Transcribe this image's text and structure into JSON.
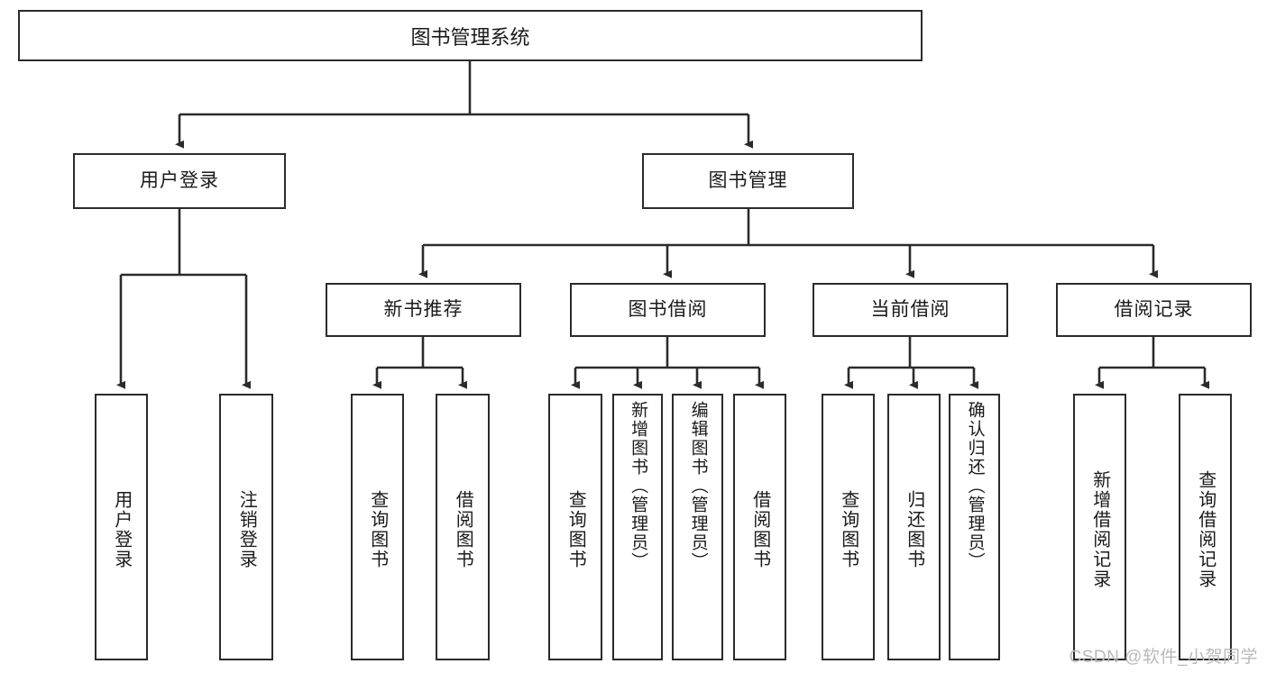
{
  "diagram": {
    "title": "图书管理系统",
    "root": {
      "label": "图书管理系统"
    },
    "level2": [
      {
        "label": "用户登录"
      },
      {
        "label": "图书管理"
      }
    ],
    "level3": [
      {
        "label": "新书推荐"
      },
      {
        "label": "图书借阅"
      },
      {
        "label": "当前借阅"
      },
      {
        "label": "借阅记录"
      }
    ],
    "leaves": [
      {
        "label": "用户登录"
      },
      {
        "label": "注销登录"
      },
      {
        "label": "查询图书"
      },
      {
        "label": "借阅图书"
      },
      {
        "label": "查询图书"
      },
      {
        "label": "新增图书（管理员）"
      },
      {
        "label": "编辑图书（管理员）"
      },
      {
        "label": "借阅图书"
      },
      {
        "label": "查询图书"
      },
      {
        "label": "归还图书"
      },
      {
        "label": "确认归还（管理员）"
      },
      {
        "label": "新增借阅记录"
      },
      {
        "label": "查询借阅记录"
      }
    ],
    "colors": {
      "border": "#2b2b2b",
      "text": "#1a1a1a",
      "background": "#ffffff",
      "watermark": "#b9b9b9"
    }
  },
  "watermark": {
    "text": "CSDN @软件_小贺同学"
  }
}
